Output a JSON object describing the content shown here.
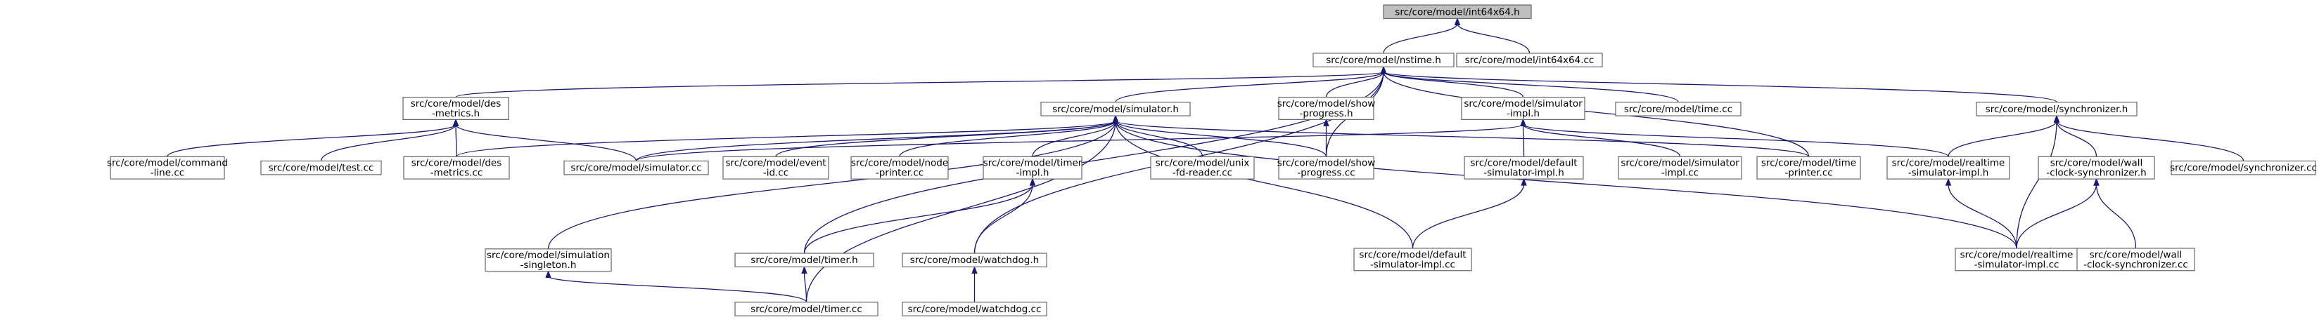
{
  "nodes": {
    "int64x64_h": [
      "src/core/model/int64x64.h"
    ],
    "nstime_h": [
      "src/core/model/nstime.h"
    ],
    "int64x64_cc": [
      "src/core/model/int64x64.cc"
    ],
    "des_metrics_h": [
      "src/core/model/des",
      "-metrics.h"
    ],
    "simulator_h": [
      "src/core/model/simulator.h"
    ],
    "show_progress_h": [
      "src/core/model/show",
      "-progress.h"
    ],
    "simulator_impl_h": [
      "src/core/model/simulator",
      "-impl.h"
    ],
    "time_cc": [
      "src/core/model/time.cc"
    ],
    "synchronizer_h": [
      "src/core/model/synchronizer.h"
    ],
    "command_line_cc": [
      "src/core/model/command",
      "-line.cc"
    ],
    "test_cc": [
      "src/core/model/test.cc"
    ],
    "des_metrics_cc": [
      "src/core/model/des",
      "-metrics.cc"
    ],
    "simulator_cc": [
      "src/core/model/simulator.cc"
    ],
    "event_id_cc": [
      "src/core/model/event",
      "-id.cc"
    ],
    "node_printer_cc": [
      "src/core/model/node",
      "-printer.cc"
    ],
    "timer_impl_h": [
      "src/core/model/timer",
      "-impl.h"
    ],
    "unix_fd_reader_cc": [
      "src/core/model/unix",
      "-fd-reader.cc"
    ],
    "show_progress_cc": [
      "src/core/model/show",
      "-progress.cc"
    ],
    "default_simulator_impl_h": [
      "src/core/model/default",
      "-simulator-impl.h"
    ],
    "simulator_impl_cc": [
      "src/core/model/simulator",
      "-impl.cc"
    ],
    "time_printer_cc": [
      "src/core/model/time",
      "-printer.cc"
    ],
    "realtime_simulator_impl_h": [
      "src/core/model/realtime",
      "-simulator-impl.h"
    ],
    "wall_clock_synchronizer_h": [
      "src/core/model/wall",
      "-clock-synchronizer.h"
    ],
    "synchronizer_cc": [
      "src/core/model/synchronizer.cc"
    ],
    "simulation_singleton_h": [
      "src/core/model/simulation",
      "-singleton.h"
    ],
    "timer_h": [
      "src/core/model/timer.h"
    ],
    "watchdog_h": [
      "src/core/model/watchdog.h"
    ],
    "default_simulator_impl_cc": [
      "src/core/model/default",
      "-simulator-impl.cc"
    ],
    "realtime_simulator_impl_cc": [
      "src/core/model/realtime",
      "-simulator-impl.cc"
    ],
    "wall_clock_synchronizer_cc": [
      "src/core/model/wall",
      "-clock-synchronizer.cc"
    ],
    "timer_cc": [
      "src/core/model/timer.cc"
    ],
    "watchdog_cc": [
      "src/core/model/watchdog.cc"
    ]
  },
  "edges": [
    [
      "int64x64_h",
      "nstime_h"
    ],
    [
      "int64x64_h",
      "int64x64_cc"
    ],
    [
      "nstime_h",
      "des_metrics_h"
    ],
    [
      "nstime_h",
      "simulator_h"
    ],
    [
      "nstime_h",
      "show_progress_h"
    ],
    [
      "nstime_h",
      "simulator_impl_h"
    ],
    [
      "nstime_h",
      "time_cc"
    ],
    [
      "nstime_h",
      "synchronizer_h"
    ],
    [
      "nstime_h",
      "show_progress_cc"
    ],
    [
      "nstime_h",
      "time_printer_cc"
    ],
    [
      "nstime_h",
      "timer_h"
    ],
    [
      "nstime_h",
      "watchdog_h"
    ],
    [
      "des_metrics_h",
      "command_line_cc"
    ],
    [
      "des_metrics_h",
      "test_cc"
    ],
    [
      "des_metrics_h",
      "des_metrics_cc"
    ],
    [
      "des_metrics_h",
      "simulator_cc"
    ],
    [
      "simulator_h",
      "des_metrics_cc"
    ],
    [
      "simulator_h",
      "simulator_cc"
    ],
    [
      "simulator_h",
      "event_id_cc"
    ],
    [
      "simulator_h",
      "node_printer_cc"
    ],
    [
      "simulator_h",
      "timer_impl_h"
    ],
    [
      "simulator_h",
      "unix_fd_reader_cc"
    ],
    [
      "simulator_h",
      "show_progress_cc"
    ],
    [
      "simulator_h",
      "time_printer_cc"
    ],
    [
      "simulator_h",
      "default_simulator_impl_cc"
    ],
    [
      "simulator_h",
      "realtime_simulator_impl_cc"
    ],
    [
      "simulator_h",
      "simulation_singleton_h"
    ],
    [
      "simulator_h",
      "timer_cc"
    ],
    [
      "show_progress_h",
      "show_progress_cc"
    ],
    [
      "simulator_impl_h",
      "simulator_cc"
    ],
    [
      "simulator_impl_h",
      "default_simulator_impl_h"
    ],
    [
      "simulator_impl_h",
      "simulator_impl_cc"
    ],
    [
      "simulator_impl_h",
      "realtime_simulator_impl_h"
    ],
    [
      "synchronizer_h",
      "realtime_simulator_impl_h"
    ],
    [
      "synchronizer_h",
      "wall_clock_synchronizer_h"
    ],
    [
      "synchronizer_h",
      "synchronizer_cc"
    ],
    [
      "synchronizer_h",
      "realtime_simulator_impl_cc"
    ],
    [
      "timer_impl_h",
      "timer_h"
    ],
    [
      "timer_impl_h",
      "watchdog_h"
    ],
    [
      "default_simulator_impl_h",
      "default_simulator_impl_cc"
    ],
    [
      "realtime_simulator_impl_h",
      "realtime_simulator_impl_cc"
    ],
    [
      "wall_clock_synchronizer_h",
      "realtime_simulator_impl_cc"
    ],
    [
      "wall_clock_synchronizer_h",
      "wall_clock_synchronizer_cc"
    ],
    [
      "simulation_singleton_h",
      "timer_cc"
    ],
    [
      "timer_h",
      "timer_cc"
    ],
    [
      "watchdog_h",
      "watchdog_cc"
    ]
  ],
  "colors": {
    "edge": "#191970",
    "node_border": "#666666",
    "root_fill": "#bfbfbf",
    "node_fill": "#ffffff"
  }
}
